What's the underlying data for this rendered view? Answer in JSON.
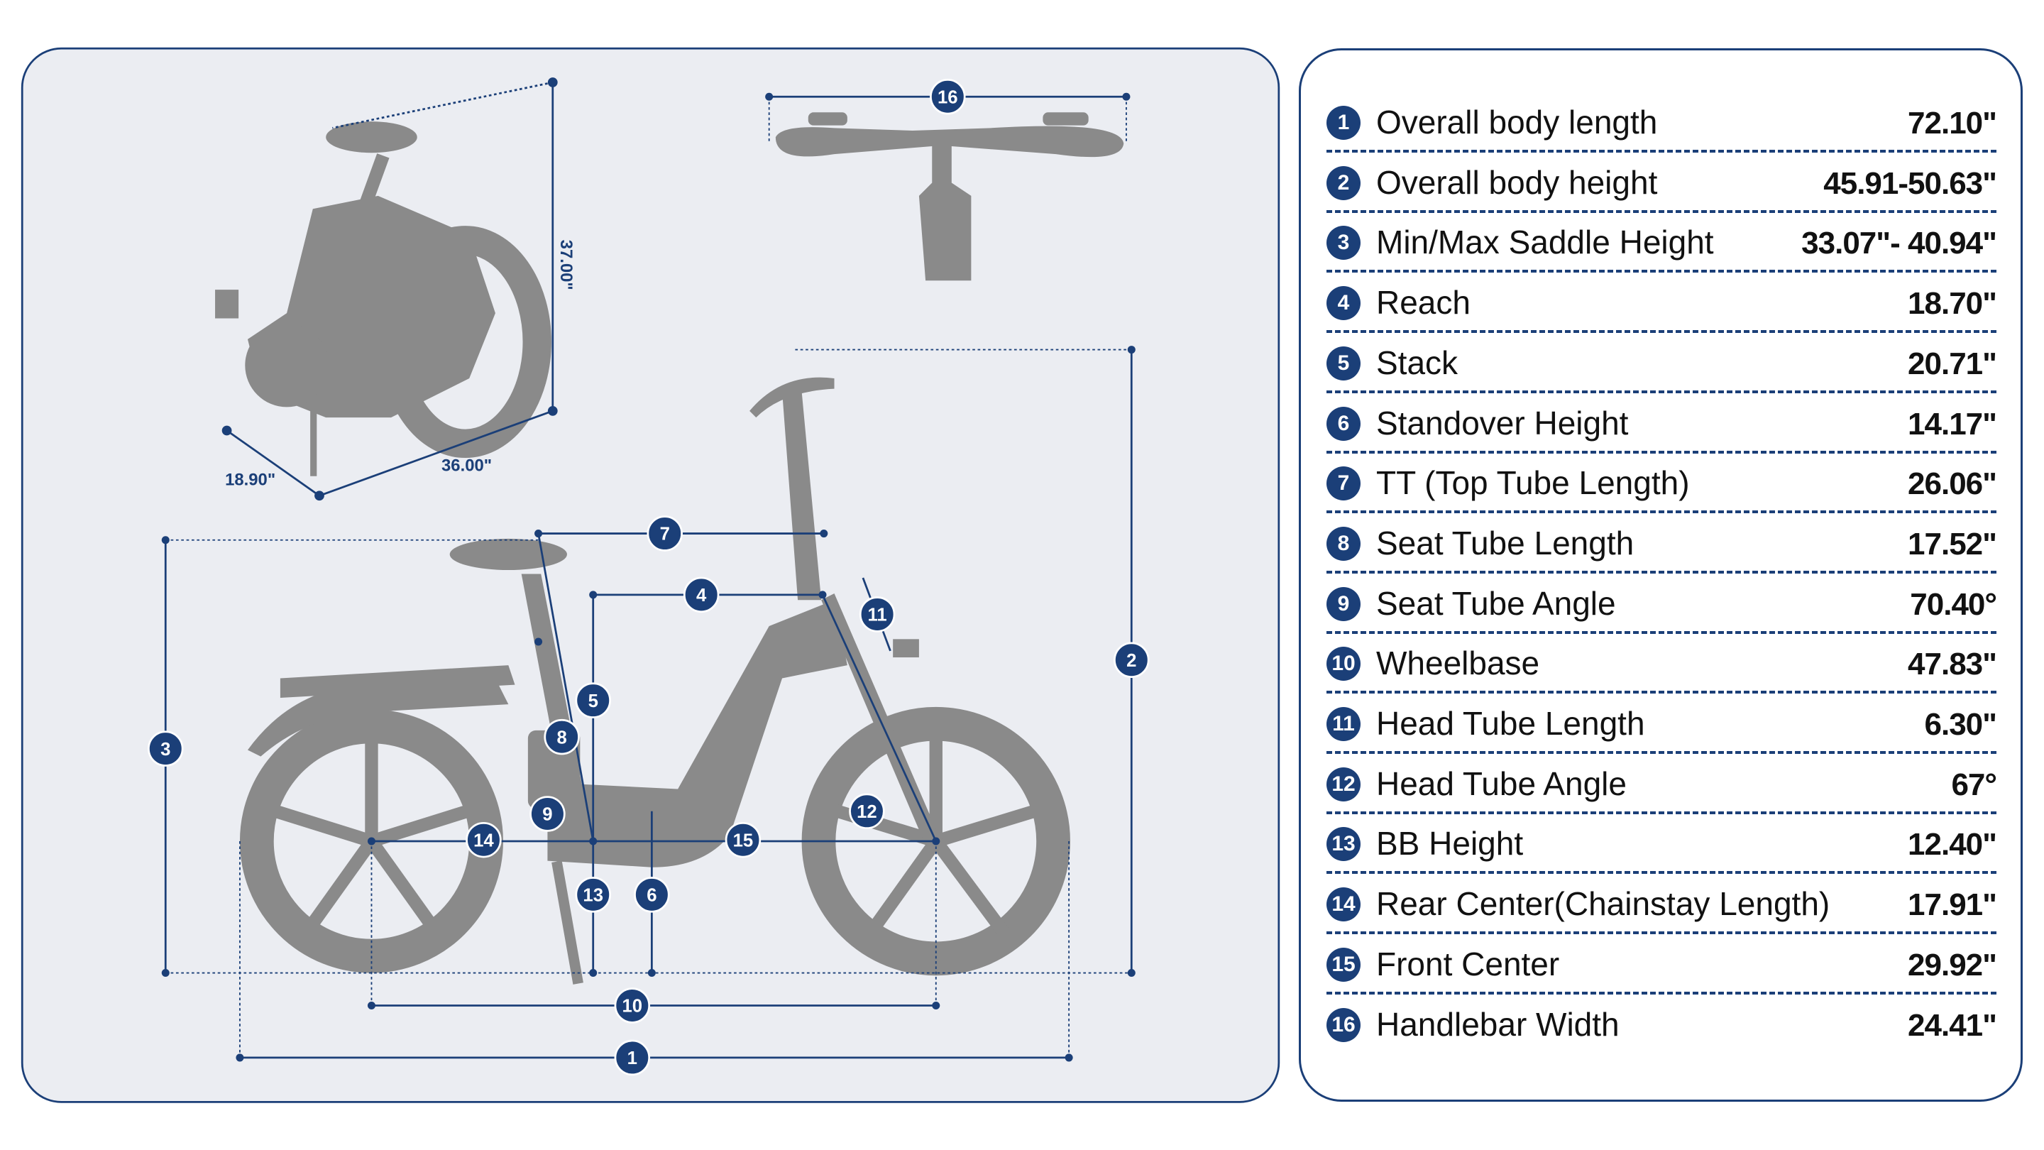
{
  "colors": {
    "accent": "#1b3f78",
    "panel": "#ebedf2",
    "bike": "#8a8a8a"
  },
  "folded": {
    "width": "18.90\"",
    "length": "36.00\"",
    "height": "37.00\""
  },
  "markers": [
    "1",
    "2",
    "3",
    "4",
    "5",
    "6",
    "7",
    "8",
    "9",
    "10",
    "11",
    "12",
    "13",
    "14",
    "15",
    "16"
  ],
  "specs": [
    {
      "n": "1",
      "label": "Overall body length",
      "value": "72.10\""
    },
    {
      "n": "2",
      "label": "Overall body height",
      "value": "45.91-50.63\""
    },
    {
      "n": "3",
      "label": "Min/Max Saddle Height",
      "value": "33.07\"- 40.94\""
    },
    {
      "n": "4",
      "label": "Reach",
      "value": "18.70\""
    },
    {
      "n": "5",
      "label": "Stack",
      "value": "20.71\""
    },
    {
      "n": "6",
      "label": "Standover Height",
      "value": "14.17\""
    },
    {
      "n": "7",
      "label": "TT (Top Tube Length)",
      "value": "26.06\""
    },
    {
      "n": "8",
      "label": "Seat Tube Length",
      "value": "17.52\""
    },
    {
      "n": "9",
      "label": "Seat Tube Angle",
      "value": "70.40°"
    },
    {
      "n": "10",
      "label": "Wheelbase",
      "value": "47.83\""
    },
    {
      "n": "11",
      "label": "Head Tube Length",
      "value": "6.30\""
    },
    {
      "n": "12",
      "label": "Head Tube Angle",
      "value": "67°"
    },
    {
      "n": "13",
      "label": "BB Height",
      "value": "12.40\""
    },
    {
      "n": "14",
      "label": "Rear Center(Chainstay Length)",
      "value": "17.91\""
    },
    {
      "n": "15",
      "label": "Front Center",
      "value": "29.92\""
    },
    {
      "n": "16",
      "label": "Handlebar Width",
      "value": "24.41\""
    }
  ]
}
